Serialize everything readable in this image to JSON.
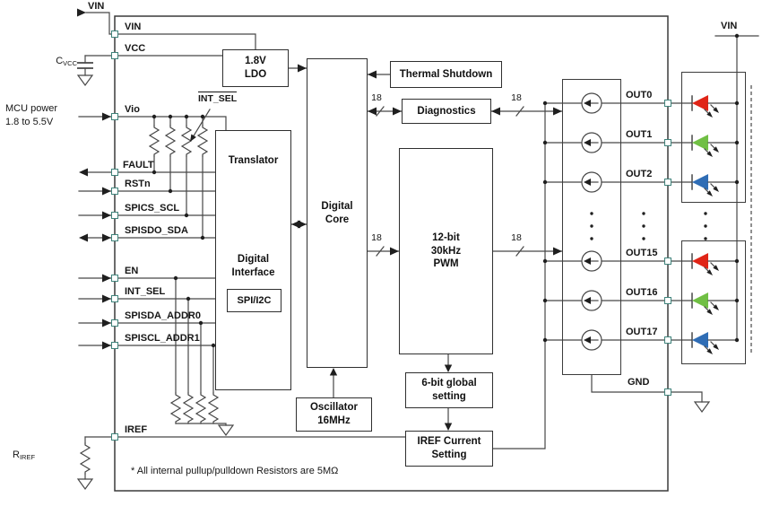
{
  "colors": {
    "wire": "#474747",
    "pin_border": "#3f837b",
    "led_red": "#e02517",
    "led_green": "#70bf44",
    "led_blue": "#2f6db5"
  },
  "supplies": {
    "vin_top": "VIN",
    "vin_right": "VIN",
    "gnd": "GND"
  },
  "external": {
    "cvcc_prefix": "C",
    "cvcc_sub": "VCC",
    "mcu_power_line1": "MCU power",
    "mcu_power_line2": "1.8 to 5.5V",
    "riref_prefix": "R",
    "riref_sub": "IREF"
  },
  "pins": {
    "vin": "VIN",
    "vcc": "VCC",
    "vio": "Vio",
    "fault": "FAULT",
    "rstn": "RSTn",
    "spics_scl": "SPICS_SCL",
    "spisdo_sda": "SPISDO_SDA",
    "en": "EN",
    "int_sel": "INT_SEL",
    "spisda_addr0": "SPISDA_ADDR0",
    "spiscl_addr1": "SPISCL_ADDR1",
    "iref": "IREF"
  },
  "blocks": {
    "ldo_line1": "1.8V",
    "ldo_line2": "LDO",
    "translator": "Translator",
    "digital_interface_line1": "Digital",
    "digital_interface_line2": "Interface",
    "spi_i2c": "SPI/I2C",
    "digital_core_line1": "Digital",
    "digital_core_line2": "Core",
    "thermal_shutdown": "Thermal Shutdown",
    "diagnostics": "Diagnostics",
    "pwm_line1": "12-bit",
    "pwm_line2": "30kHz",
    "pwm_line3": "PWM",
    "oscillator_line1": "Oscillator",
    "oscillator_line2": "16MHz",
    "global_setting_line1": "6-bit global",
    "global_setting_line2": "setting",
    "iref_setting_line1": "IREF Current",
    "iref_setting_line2": "Setting"
  },
  "int_sel_control": "INT_SEL",
  "bus_width": "18",
  "outputs": [
    "OUT0",
    "OUT1",
    "OUT2",
    "OUT15",
    "OUT16",
    "OUT17"
  ],
  "note": "* All internal pullup/pulldown Resistors are 5MΩ"
}
